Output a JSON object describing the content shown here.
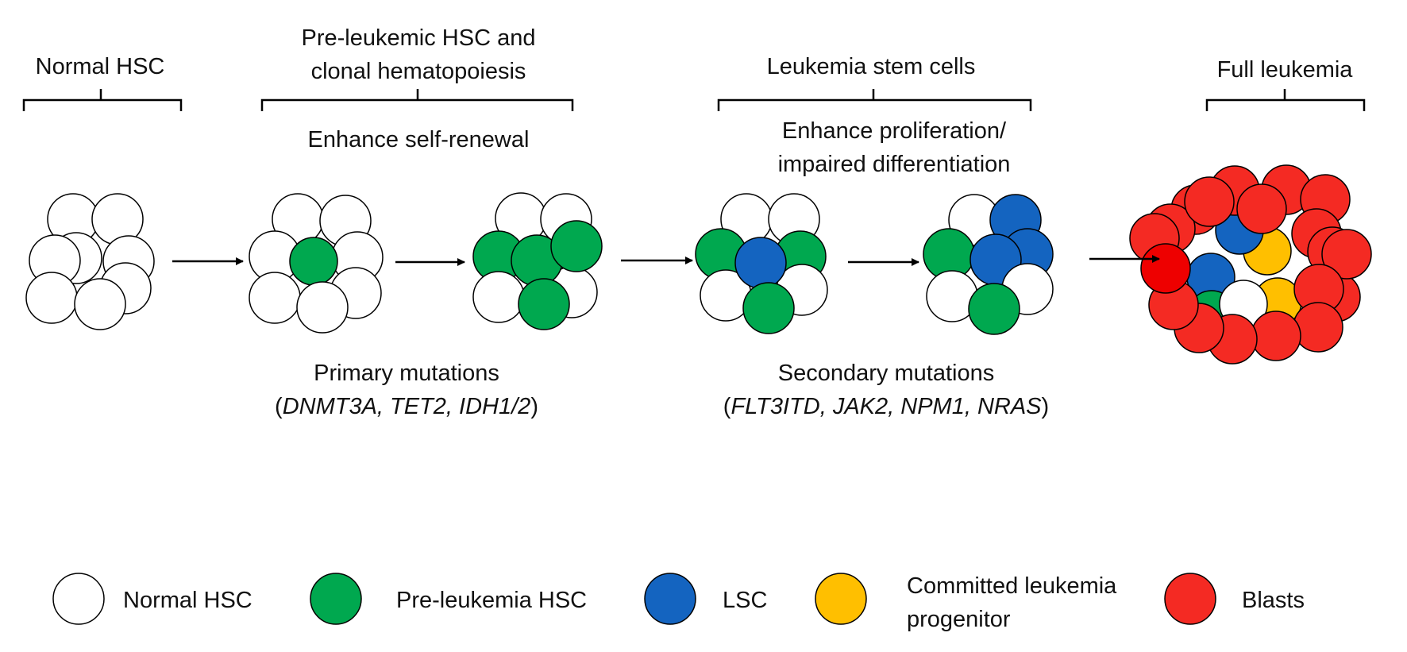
{
  "colors": {
    "normal_hsc": "#ffffff",
    "pre_leukemia_hsc": "#00a84f",
    "lsc": "#1464c0",
    "committed_progenitor": "#ffbf00",
    "blasts": "#f42a23",
    "blast_highlight": "#ee0000",
    "stroke": "#000000"
  },
  "stages": {
    "normal": {
      "title": "Normal HSC"
    },
    "pre": {
      "title_line1": "Pre-leukemic HSC and",
      "title_line2": "clonal hematopoiesis",
      "subtitle": "Enhance self-renewal"
    },
    "lsc": {
      "title": "Leukemia stem cells",
      "subtitle_line1": "Enhance proliferation/",
      "subtitle_line2": "impaired differentiation"
    },
    "full": {
      "title": "Full leukemia"
    }
  },
  "mutations": {
    "primary": {
      "label": "Primary mutations",
      "open": "(",
      "genes": "DNMT3A, TET2, IDH1/2",
      "close": ")"
    },
    "secondary": {
      "label": "Secondary mutations",
      "open": "(",
      "genes": "FLT3ITD, JAK2, NPM1, NRAS",
      "close": ")"
    }
  },
  "legend": {
    "normal": "Normal HSC",
    "pre": "Pre-leukemia HSC",
    "lsc": "LSC",
    "committed_line1": "Committed leukemia",
    "committed_line2": "progenitor",
    "blasts": "Blasts"
  }
}
